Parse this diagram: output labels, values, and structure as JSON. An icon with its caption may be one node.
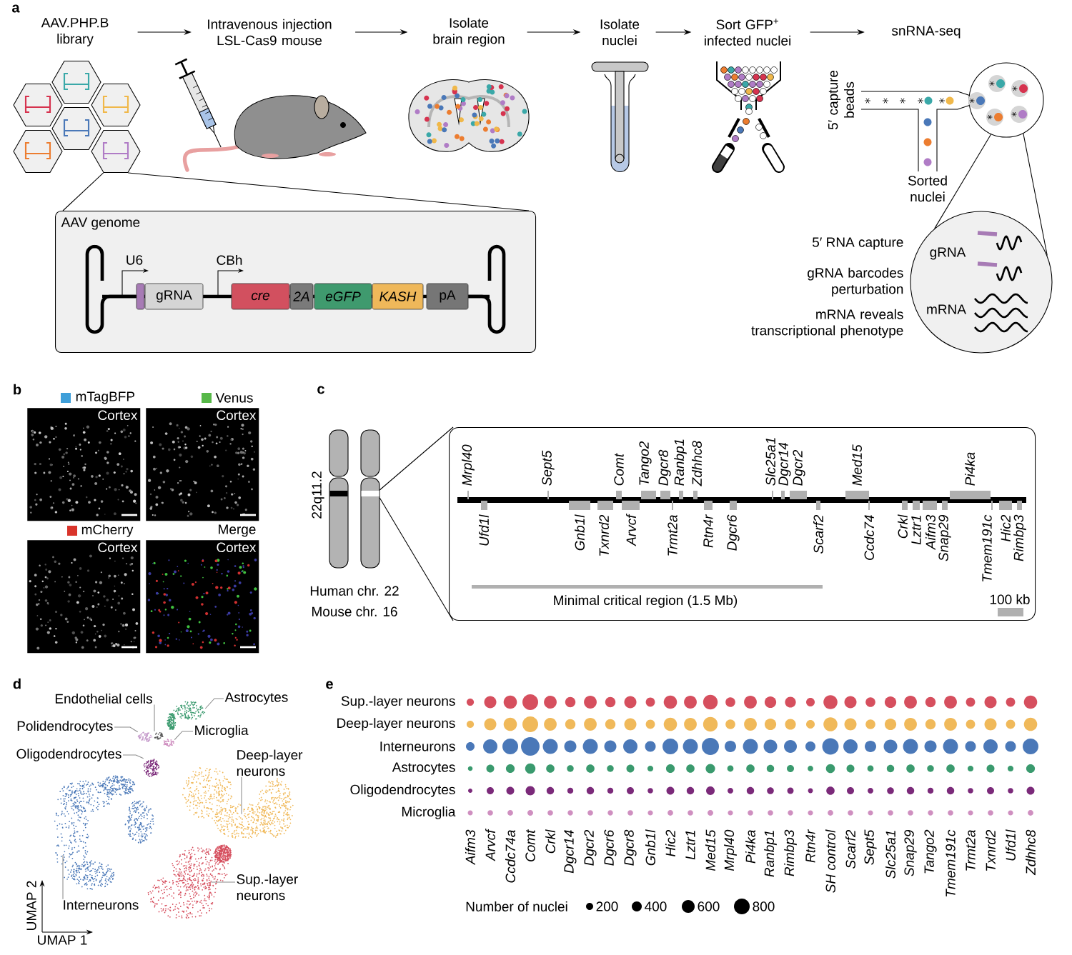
{
  "diagram": {
    "nodes": [
      {
        "text": [
          "AAV.PHP.B library"
        ]
      },
      {
        "text": [
          "Intravenous injection LSL-Cas9 mouse"
        ]
      },
      {
        "text": [
          "Isolate brain region"
        ]
      },
      {
        "text": [
          "Isolate nuclei"
        ]
      },
      {
        "text": [
          "Sort GFP$^{+}$ infected nuclei"
        ]
      },
      {
        "text": [
          "snRNA-seq"
        ]
      },
      {
        "text": [
          "AAV genome"
        ]
      },
      {
        "text": [],
        "shape": "box",
        "in": 6
      },
      {
        "text": [
          "gRNA"
        ],
        "in": 6
      },
      {
        "text": [
          "cre"
        ],
        "in": 6
      },
      {
        "text": [
          "2A"
        ],
        "in": 6
      },
      {
        "text": [
          "eGFP"
        ],
        "in": 6
      },
      {
        "text": [
          "KASH"
        ],
        "in": 6
      },
      {
        "text": [
          "pA"
        ],
        "in": 6
      },
      {
        "text": [
          "gRNA",
          "mRNA"
        ],
        "beside": [
          "5′ RNA capture",
          "gRNA barcodes perturbation",
          "mRNA reveals transcriptional phenotype"
        ]
      },
      {
        "text": [
          "Cortex"
        ]
      },
      {
        "text": [
          "Cortex"
        ]
      },
      {
        "text": [
          "Cortex"
        ]
      },
      {
        "text": [
          "Cortex"
        ]
      },
      {
        "text": [
          "Mrpl40",
          "Sept5",
          "Comt",
          "Tango2",
          "Dgcr8",
          "Ranbp1",
          "Zdhhc8",
          "Slc25a1",
          "Dgcr14",
          "Dgcr2",
          "Med15",
          "Pi4ka",
          "Ufd1l",
          "Gnb1l",
          "Txnrd2",
          "Arvcf",
          "Trmt2a",
          "Rtn4r",
          "Dgcr6",
          "Scarf2",
          "Ccdc74",
          "Crkl",
          "Lztr1",
          "Aifm3",
          "Snap29",
          "Tmem191c",
          "Hic2",
          "Rimbp3",
          "Minimal critical region (1.5 Mb)",
          "100 kb"
        ]
      },
      {
        "text": [
          "Endothelial cells"
        ]
      },
      {
        "text": [
          "Astrocytes"
        ]
      },
      {
        "text": [
          "Polidendrocytes"
        ]
      },
      {
        "text": [
          "Microglia"
        ]
      },
      {
        "text": [
          "Oligodendrocytes"
        ]
      },
      {
        "text": [
          "Deep-layer neurons"
        ]
      },
      {
        "text": [
          "Interneurons"
        ]
      },
      {
        "text": [
          "Sup.-layer neurons"
        ]
      },
      {
        "text": [],
        "shape": "picture"
      },
      {
        "text": [],
        "shape": "picture"
      },
      {
        "text": [],
        "shape": "picture"
      },
      {
        "text": [],
        "shape": "picture"
      },
      {
        "text": [],
        "shape": "picture"
      },
      {
        "text": [],
        "shape": "picture"
      },
      {
        "text": [],
        "shape": "picture"
      },
      {
        "text": [],
        "shape": "picture"
      },
      {
        "text": [],
        "shape": "hexagon"
      },
      {
        "text": [],
        "shape": "hexagon"
      },
      {
        "text": [],
        "shape": "hexagon"
      },
      {
        "text": [],
        "shape": "hexagon"
      },
      {
        "text": [],
        "shape": "hexagon"
      },
      {
        "text": [],
        "shape": "hexagon"
      },
      {
        "text": [],
        "shape": "chromosome"
      },
      {
        "text": [],
        "shape": "chromosome"
      },
      {
        "text": [],
        "shape": "circle"
      }
    ],
    "edges": [
      {
        "from": 0,
        "to": 1,
        "arrow": "to"
      },
      {
        "from": 1,
        "to": 2,
        "arrow": "to"
      },
      {
        "from": 2,
        "to": 3,
        "arrow": "to"
      },
      {
        "from": 3,
        "to": 4,
        "arrow": "to"
      },
      {
        "from": 4,
        "to": 5,
        "arrow": "to"
      },
      {
        "from": 20,
        "to": 28,
        "arrow": "none",
        "color": "#8c8c8c"
      },
      {
        "from": 21,
        "to": 29,
        "arrow": "none",
        "color": "#8c8c8c"
      },
      {
        "from": 22,
        "to": 30,
        "arrow": "none",
        "color": "#8c8c8c"
      },
      {
        "from": 23,
        "to": 31,
        "arrow": "none",
        "color": "#8c8c8c"
      },
      {
        "from": 24,
        "to": 32,
        "arrow": "none",
        "color": "#8c8c8c"
      },
      {
        "from": 25,
        "to": 33,
        "arrow": "none",
        "color": "#8c8c8c"
      },
      {
        "from": 26,
        "to": 34,
        "arrow": "none",
        "color": "#8c8c8c"
      },
      {
        "from": 27,
        "to": 35,
        "arrow": "none",
        "color": "#8c8c8c"
      },
      {
        "from": 41,
        "to": 6,
        "arrow": "none"
      },
      {
        "from": 41,
        "to": 6,
        "arrow": "none"
      },
      {
        "from": 43,
        "to": 19,
        "arrow": "none"
      },
      {
        "from": 43,
        "to": 19,
        "arrow": "none"
      },
      {
        "from": 44,
        "to": 14,
        "arrow": "none"
      },
      {
        "from": 44,
        "to": 14,
        "arrow": "none"
      }
    ],
    "labels": [
      "a",
      "U6",
      "CBh",
      "5′ capture beads",
      "Sorted nuclei",
      "b",
      "Merge",
      "c",
      "22q11.2",
      "Human chr. 22",
      "Mouse chr. 16",
      "d",
      "UMAP 2",
      "UMAP 1",
      "e",
      "Sup.-layer neurons",
      "Deep-layer neurons",
      "Interneurons",
      "Astrocytes",
      "Oligodendrocytes",
      "Microglia",
      "Aifm3",
      "Arvcf",
      "Ccdc74a",
      "Comt",
      "Crkl",
      "Dgcr14",
      "Dgcr2",
      "Dgcr6",
      "Dgcr8",
      "Gnb1l",
      "Hic2",
      "Lztr1",
      "Med15",
      "Mrpl40",
      "Pi4ka",
      "Ranbp1",
      "Rimbp3",
      "Rtn4r",
      "SH control",
      "Scarf2",
      "Sept5",
      "Slc25a1",
      "Snap29",
      "Tango2",
      "Tmem191c",
      "Trmt2a",
      "Txnrd2",
      "Ufd1l",
      "Zdhhc8",
      "Number of nuclei"
    ],
    "legend": [
      {
        "text": "mTagBFP",
        "color": "#3f9fd9"
      },
      {
        "text": "Venus",
        "color": "#57b848"
      },
      {
        "text": "mCherry",
        "color": "#d9342b"
      },
      {
        "text": "200"
      },
      {
        "text": "400"
      },
      {
        "text": "600"
      },
      {
        "text": "800"
      }
    ]
  }
}
